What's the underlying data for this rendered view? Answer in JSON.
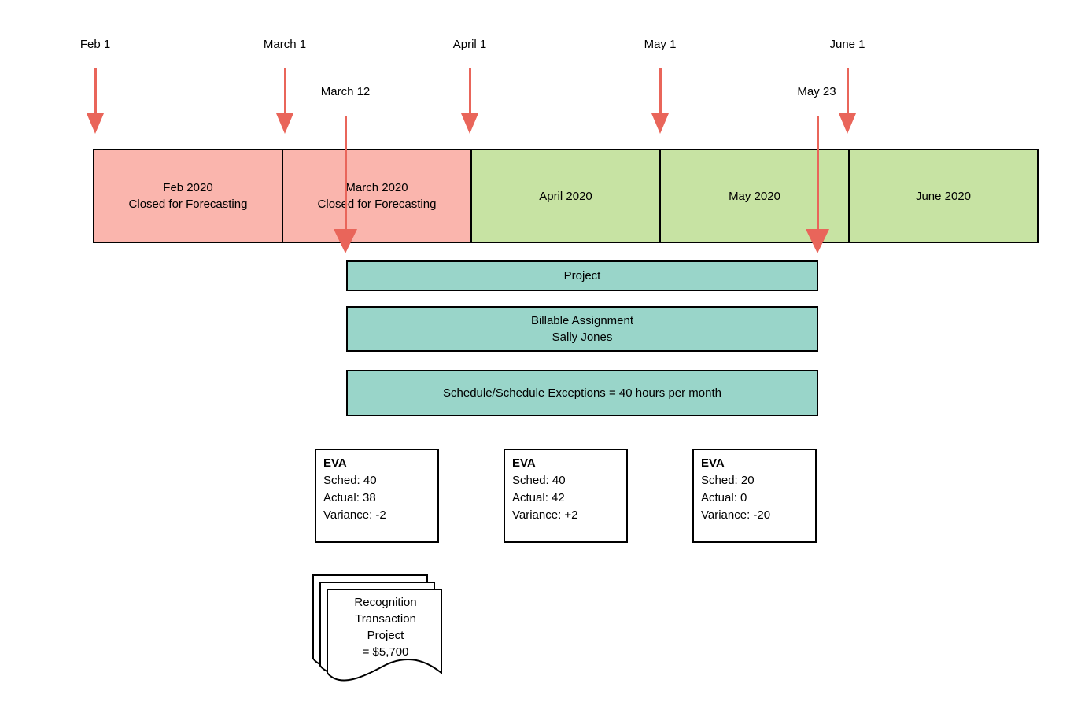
{
  "colors": {
    "closed_month_fill": "#fab5ad",
    "open_month_fill": "#c7e3a3",
    "bar_fill": "#99d5c9",
    "arrow": "#e9655a",
    "border": "#000000"
  },
  "date_markers": [
    {
      "label": "Feb 1"
    },
    {
      "label": "March 1"
    },
    {
      "label": "April 1"
    },
    {
      "label": "May 1"
    },
    {
      "label": "June 1"
    }
  ],
  "event_markers": [
    {
      "label": "March 12"
    },
    {
      "label": "May 23"
    }
  ],
  "timeline_segments": [
    {
      "line1": "Feb 2020",
      "line2": "Closed for Forecasting",
      "status": "closed"
    },
    {
      "line1": "March 2020",
      "line2": "Closed for Forecasting",
      "status": "closed"
    },
    {
      "line1": "April 2020",
      "status": "open"
    },
    {
      "line1": "May 2020",
      "status": "open"
    },
    {
      "line1": "June 2020",
      "status": "open"
    }
  ],
  "bars": [
    {
      "line1": "Project"
    },
    {
      "line1": "Billable Assignment",
      "line2": "Sally Jones"
    },
    {
      "line1": "Schedule/Schedule Exceptions = 40 hours per month"
    }
  ],
  "eva_boxes": [
    {
      "title": "EVA",
      "sched": "Sched: 40",
      "actual": "Actual: 38",
      "variance": "Variance: -2"
    },
    {
      "title": "EVA",
      "sched": "Sched: 40",
      "actual": "Actual: 42",
      "variance": "Variance: +2"
    },
    {
      "title": "EVA",
      "sched": "Sched: 20",
      "actual": "Actual: 0",
      "variance": "Variance: -20"
    }
  ],
  "document": {
    "line1": "Recognition",
    "line2": "Transaction",
    "line3": "Project",
    "line4": "= $5,700"
  }
}
